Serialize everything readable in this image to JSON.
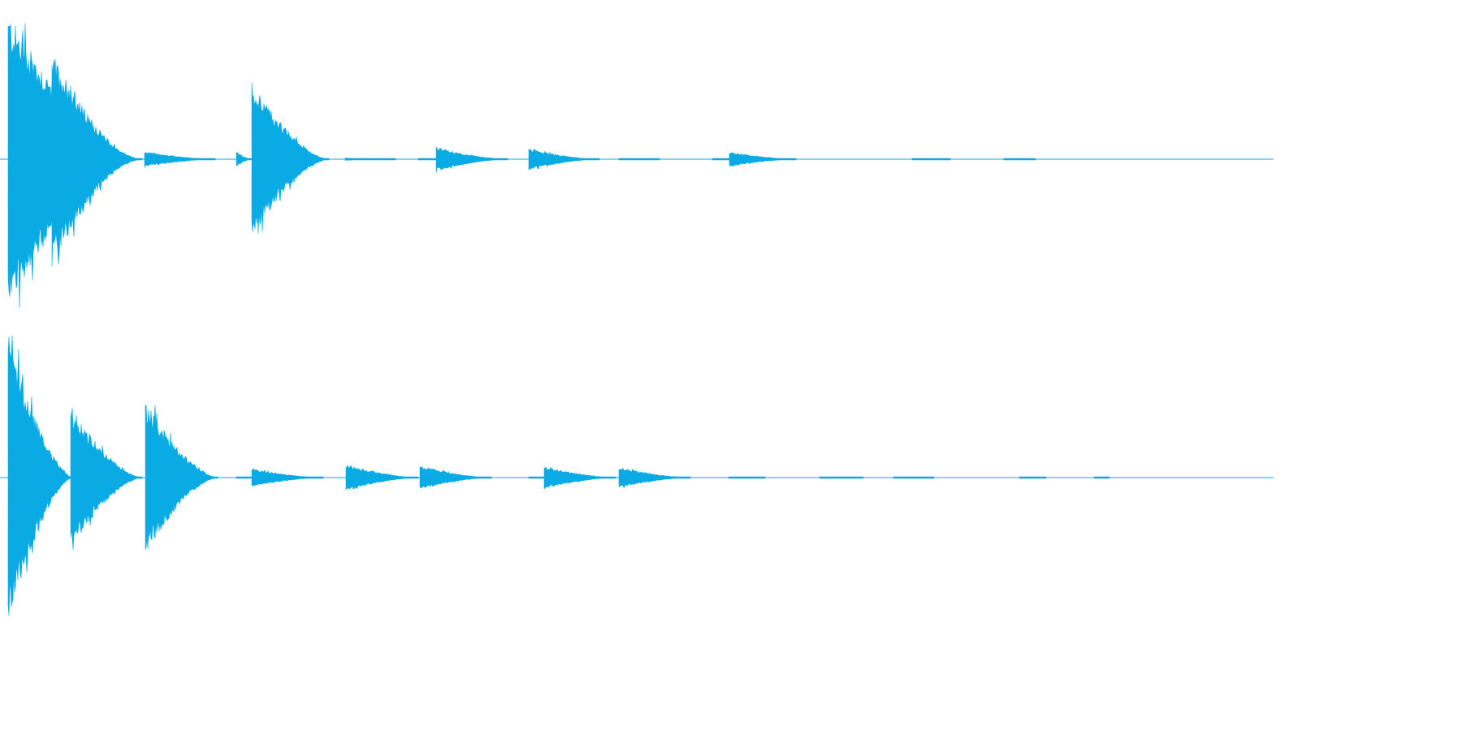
{
  "chart_data": {
    "type": "area",
    "title": "",
    "xlabel": "",
    "ylabel": "",
    "grid": false,
    "legend": "none",
    "x_range": [
      0,
      1568
    ],
    "y_range": [
      -1,
      1
    ],
    "color": "#0aaae4",
    "series": [
      {
        "channel": 1,
        "events": [
          {
            "start": 10,
            "end": 175,
            "amp": 0.98
          },
          {
            "start": 64,
            "end": 170,
            "amp": 0.72
          },
          {
            "start": 178,
            "end": 265,
            "amp": 0.05
          },
          {
            "start": 291,
            "end": 310,
            "amp": 0.05
          },
          {
            "start": 310,
            "end": 405,
            "amp": 0.52
          },
          {
            "start": 425,
            "end": 487,
            "amp": 0.008
          },
          {
            "start": 515,
            "end": 537,
            "amp": 0.006
          },
          {
            "start": 537,
            "end": 625,
            "amp": 0.08
          },
          {
            "start": 651,
            "end": 738,
            "amp": 0.07
          },
          {
            "start": 762,
            "end": 812,
            "amp": 0.005
          },
          {
            "start": 877,
            "end": 898,
            "amp": 0.004
          },
          {
            "start": 898,
            "end": 980,
            "amp": 0.05
          },
          {
            "start": 1123,
            "end": 1170,
            "amp": 0.004
          },
          {
            "start": 1236,
            "end": 1275,
            "amp": 0.004
          }
        ]
      },
      {
        "channel": 2,
        "events": [
          {
            "start": 10,
            "end": 90,
            "amp": 0.98
          },
          {
            "start": 87,
            "end": 175,
            "amp": 0.48
          },
          {
            "start": 179,
            "end": 268,
            "amp": 0.52
          },
          {
            "start": 291,
            "end": 310,
            "amp": 0.006
          },
          {
            "start": 310,
            "end": 398,
            "amp": 0.06
          },
          {
            "start": 426,
            "end": 515,
            "amp": 0.09
          },
          {
            "start": 517,
            "end": 605,
            "amp": 0.08
          },
          {
            "start": 651,
            "end": 670,
            "amp": 0.006
          },
          {
            "start": 670,
            "end": 758,
            "amp": 0.075
          },
          {
            "start": 762,
            "end": 850,
            "amp": 0.07
          },
          {
            "start": 897,
            "end": 942,
            "amp": 0.004
          },
          {
            "start": 1009,
            "end": 1063,
            "amp": 0.004
          },
          {
            "start": 1100,
            "end": 1150,
            "amp": 0.004
          },
          {
            "start": 1255,
            "end": 1288,
            "amp": 0.004
          },
          {
            "start": 1347,
            "end": 1366,
            "amp": 0.004
          }
        ]
      }
    ]
  }
}
